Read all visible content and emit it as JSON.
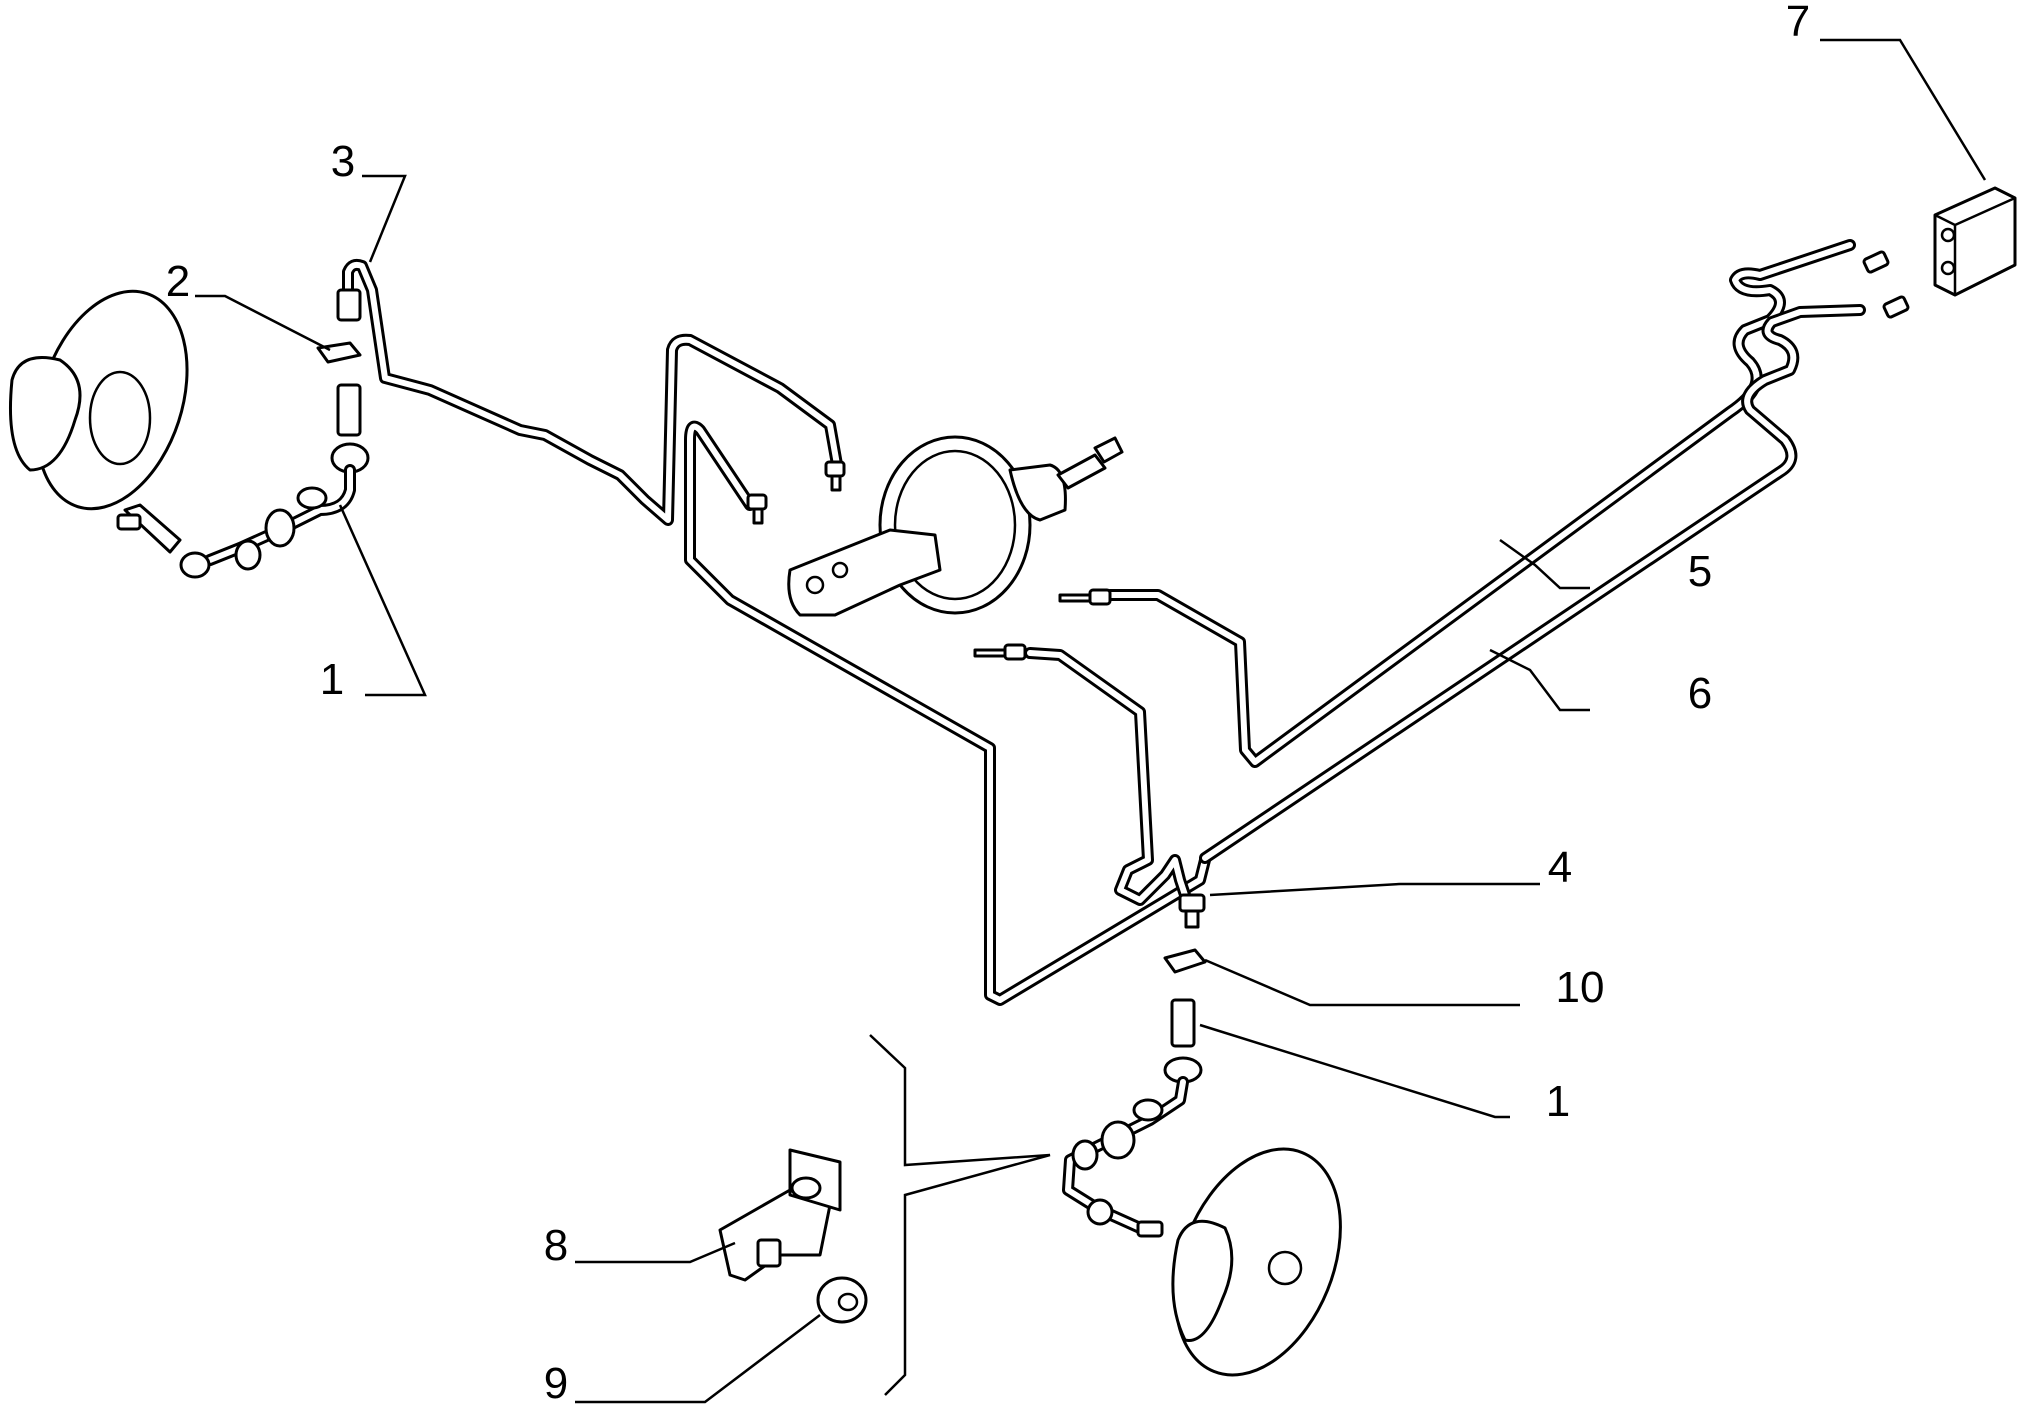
{
  "callouts": [
    {
      "id": "7",
      "text": "7"
    },
    {
      "id": "3",
      "text": "3"
    },
    {
      "id": "2",
      "text": "2"
    },
    {
      "id": "1a",
      "text": "1"
    },
    {
      "id": "5",
      "text": "5"
    },
    {
      "id": "6",
      "text": "6"
    },
    {
      "id": "4",
      "text": "4"
    },
    {
      "id": "10",
      "text": "10"
    },
    {
      "id": "1b",
      "text": "1"
    },
    {
      "id": "8",
      "text": "8"
    },
    {
      "id": "9",
      "text": "9"
    }
  ]
}
